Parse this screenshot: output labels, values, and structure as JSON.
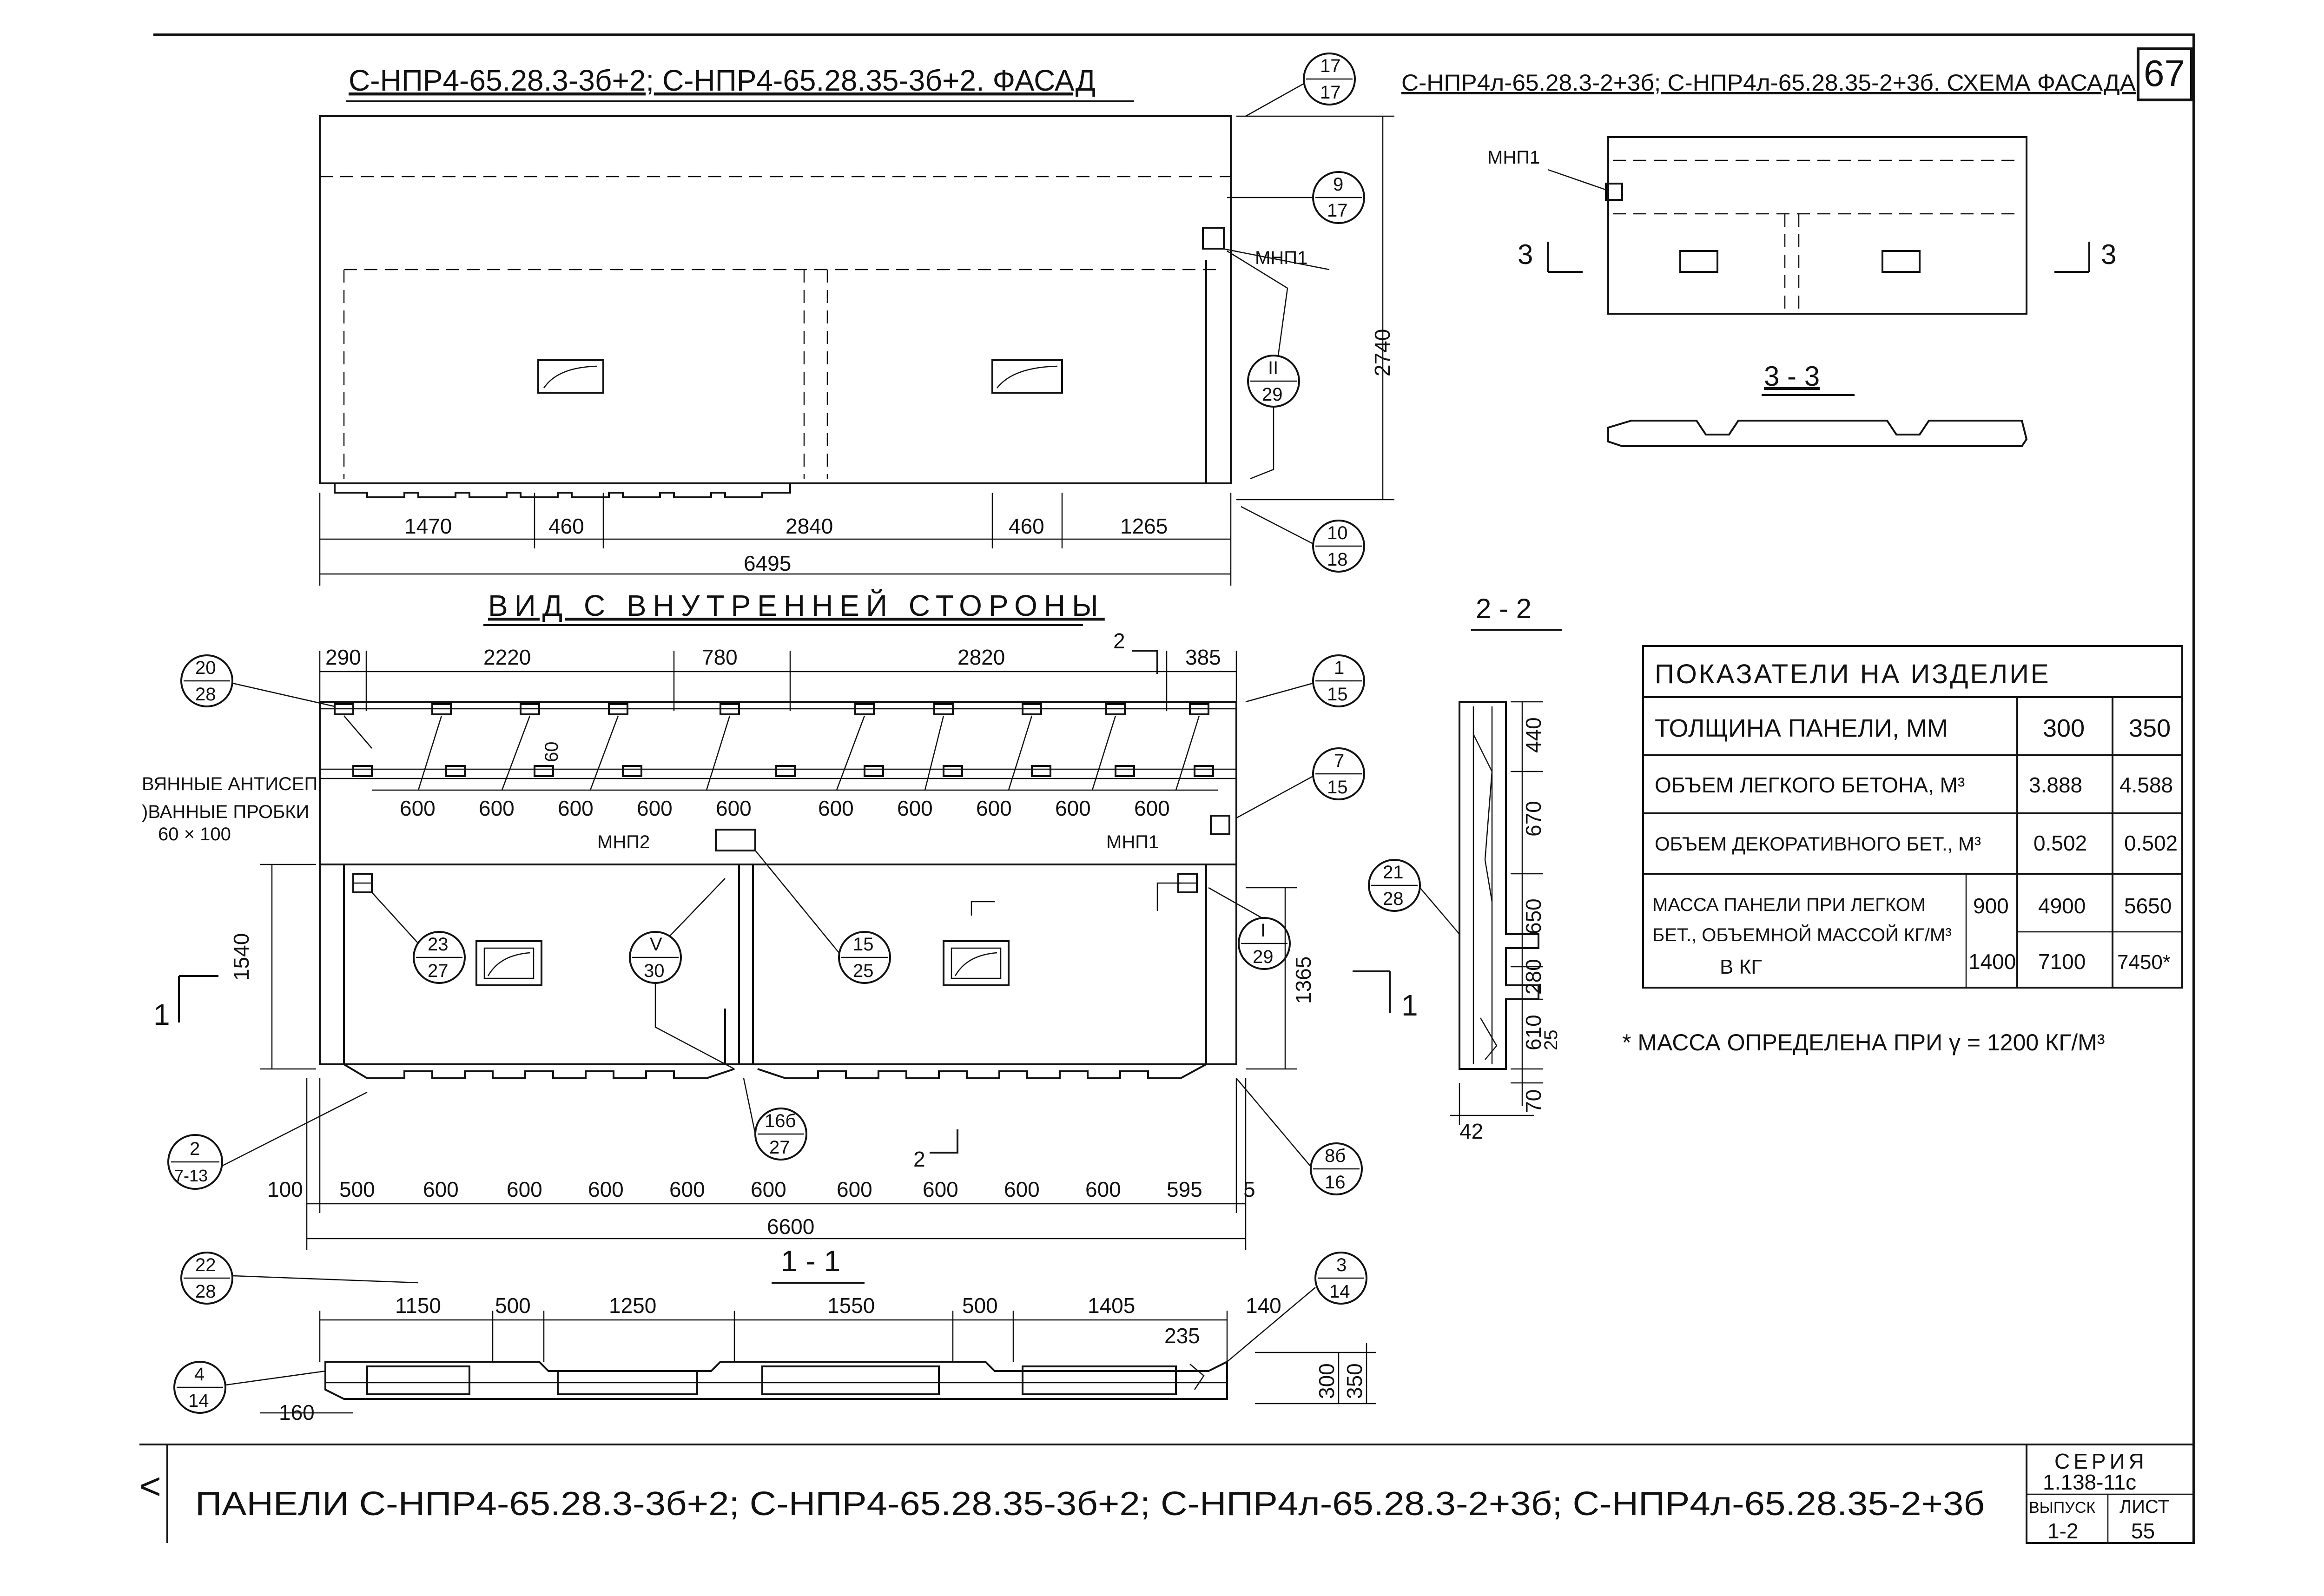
{
  "sheet": {
    "sheet_number": "67",
    "title_main": "С-НПР4-65.28.3-3б+2; С-НПР4-65.28.35-3б+2. ФАСАД",
    "title_scheme": "С-НПР4л-65.28.3-2+3б; С-НПР4л-65.28.35-2+3б. СХЕМА ФАСАДА",
    "title_inner": "ВИД С ВНУТРЕННЕЙ СТОРОНЫ",
    "section_33": "3 - 3",
    "section_22": "2 - 2",
    "section_11": "1 - 1",
    "bottom_title": "ПАНЕЛИ С-НПР4-65.28.3-3б+2; С-НПР4-65.28.35-3б+2; С-НПР4л-65.28.3-2+3б; С-НПР4л-65.28.35-2+3б",
    "stamp": {
      "series_label": "СЕРИЯ",
      "series_value": "1.138-11с",
      "issue_label": "ВЫПУСК",
      "issue_value": "1-2",
      "sheet_label": "ЛИСТ",
      "sheet_value": "55"
    }
  },
  "facade": {
    "dims": [
      "1470",
      "460",
      "2840",
      "460",
      "1265"
    ],
    "total": "6495",
    "height": "2740",
    "mark_mnp1": "МНП1",
    "callouts": [
      {
        "top": "17",
        "bottom": "17"
      },
      {
        "top": "9",
        "bottom": "17"
      },
      {
        "top": "II",
        "bottom": "29"
      },
      {
        "top": "10",
        "bottom": "18"
      }
    ]
  },
  "scheme": {
    "mark_mnp1": "МНП1",
    "cut_label": "3"
  },
  "inner": {
    "top_dims": [
      "290",
      "2220",
      "780",
      "2820",
      "385"
    ],
    "cut2_label": "2",
    "anchor_dims": [
      "600",
      "600",
      "600",
      "600",
      "600",
      "600",
      "600",
      "600",
      "600",
      "600"
    ],
    "v_dim_60": "60",
    "note_line1": "ВЯННЫЕ АНТИСЕП",
    "note_line2": ")ВАННЫЕ ПРОБКИ",
    "note_line3": "60 × 100",
    "mnp2": "МНП2",
    "mnp1": "МНП1",
    "left_height": "1540",
    "right_height": "1365",
    "cut1_label": "1",
    "bottom_dims": [
      "100",
      "500",
      "600",
      "600",
      "600",
      "600",
      "600",
      "600",
      "600",
      "600",
      "600",
      "595",
      "5"
    ],
    "total": "6600",
    "callouts": [
      {
        "top": "20",
        "bottom": "28"
      },
      {
        "top": "1",
        "bottom": "15"
      },
      {
        "top": "7",
        "bottom": "15"
      },
      {
        "top": "23",
        "bottom": "27"
      },
      {
        "top": "V",
        "bottom": "30"
      },
      {
        "top": "15",
        "bottom": "25"
      },
      {
        "top": "I",
        "bottom": "29"
      },
      {
        "top": "2",
        "bottom": "7-13"
      },
      {
        "top": "16б",
        "bottom": "27"
      },
      {
        "top": "8б",
        "bottom": "16"
      }
    ]
  },
  "section22": {
    "dims": [
      "440",
      "670",
      "650",
      "280",
      "610",
      "25",
      "70"
    ],
    "bottom_dim": "42",
    "callout": {
      "top": "21",
      "bottom": "28"
    }
  },
  "section11": {
    "dims": [
      "1150",
      "500",
      "1250",
      "1550",
      "500",
      "1405"
    ],
    "d140": "140",
    "d235": "235",
    "h300": "300",
    "h350": "350",
    "d160": "160",
    "callouts": [
      {
        "top": "22",
        "bottom": "28"
      },
      {
        "top": "3",
        "bottom": "14"
      },
      {
        "top": "4",
        "bottom": "14"
      }
    ]
  },
  "indicators": {
    "header": "ПОКАЗАТЕЛИ НА ИЗДЕЛИЕ",
    "rows": [
      {
        "label": "ТОЛЩИНА ПАНЕЛИ, ММ",
        "v300": "300",
        "v350": "350"
      },
      {
        "label": "ОБЪЕМ ЛЕГКОГО БЕТОНА, М³",
        "v300": "3.888",
        "v350": "4.588"
      },
      {
        "label": "ОБЪЕМ ДЕКОРАТИВНОГО БЕТ., М³",
        "v300": "0.502",
        "v350": "0.502"
      }
    ],
    "mass_label_1": "МАССА ПАНЕЛИ ПРИ ЛЕГКОМ",
    "mass_label_2": "БЕТ., ОБЪЕМНОЙ МАССОЙ КГ/М³",
    "mass_label_3": "В КГ",
    "mass_rows": [
      {
        "density": "900",
        "v300": "4900",
        "v350": "5650"
      },
      {
        "density": "1400",
        "v300": "7100",
        "v350": "7450*"
      }
    ],
    "footnote": "* МАССА ОПРЕДЕЛЕНА ПРИ γ = 1200 КГ/М³"
  }
}
